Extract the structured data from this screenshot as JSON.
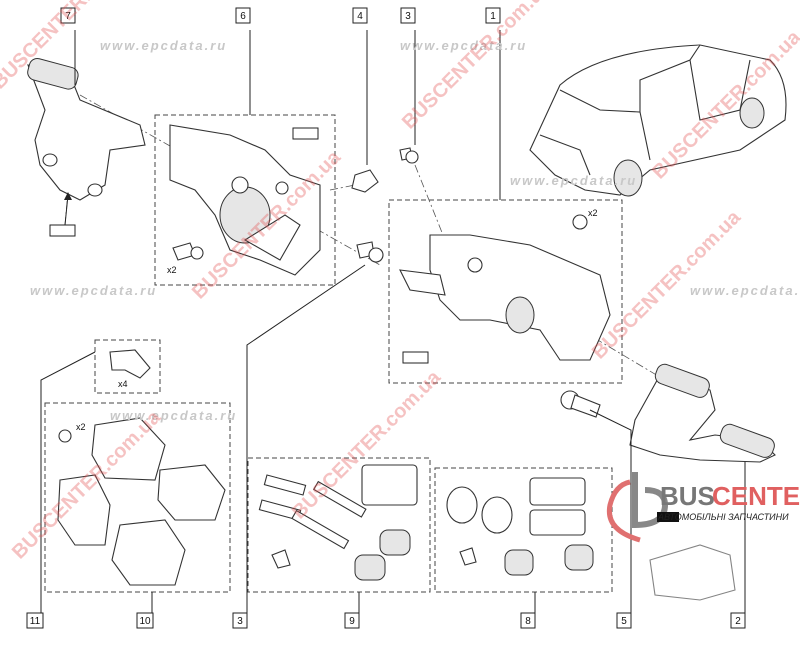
{
  "callouts": {
    "top": [
      "7",
      "6",
      "4",
      "3",
      "1"
    ],
    "bottom": [
      "11",
      "10",
      "3",
      "9",
      "8",
      "5",
      "2"
    ]
  },
  "quantities": {
    "caliper_bolts": "x2",
    "carrier_bolts": "x2",
    "pad_clips": "x4",
    "pad_screws": "x2"
  },
  "watermarks": {
    "site": "www.epcdata.ru",
    "brand": "BUSCENTER.com.ua"
  },
  "logo": {
    "part1": "BUS",
    "part2": "CENTER",
    "tagline": "АВТОМОБІЛЬНІ ЗАПЧАСТИНИ"
  }
}
